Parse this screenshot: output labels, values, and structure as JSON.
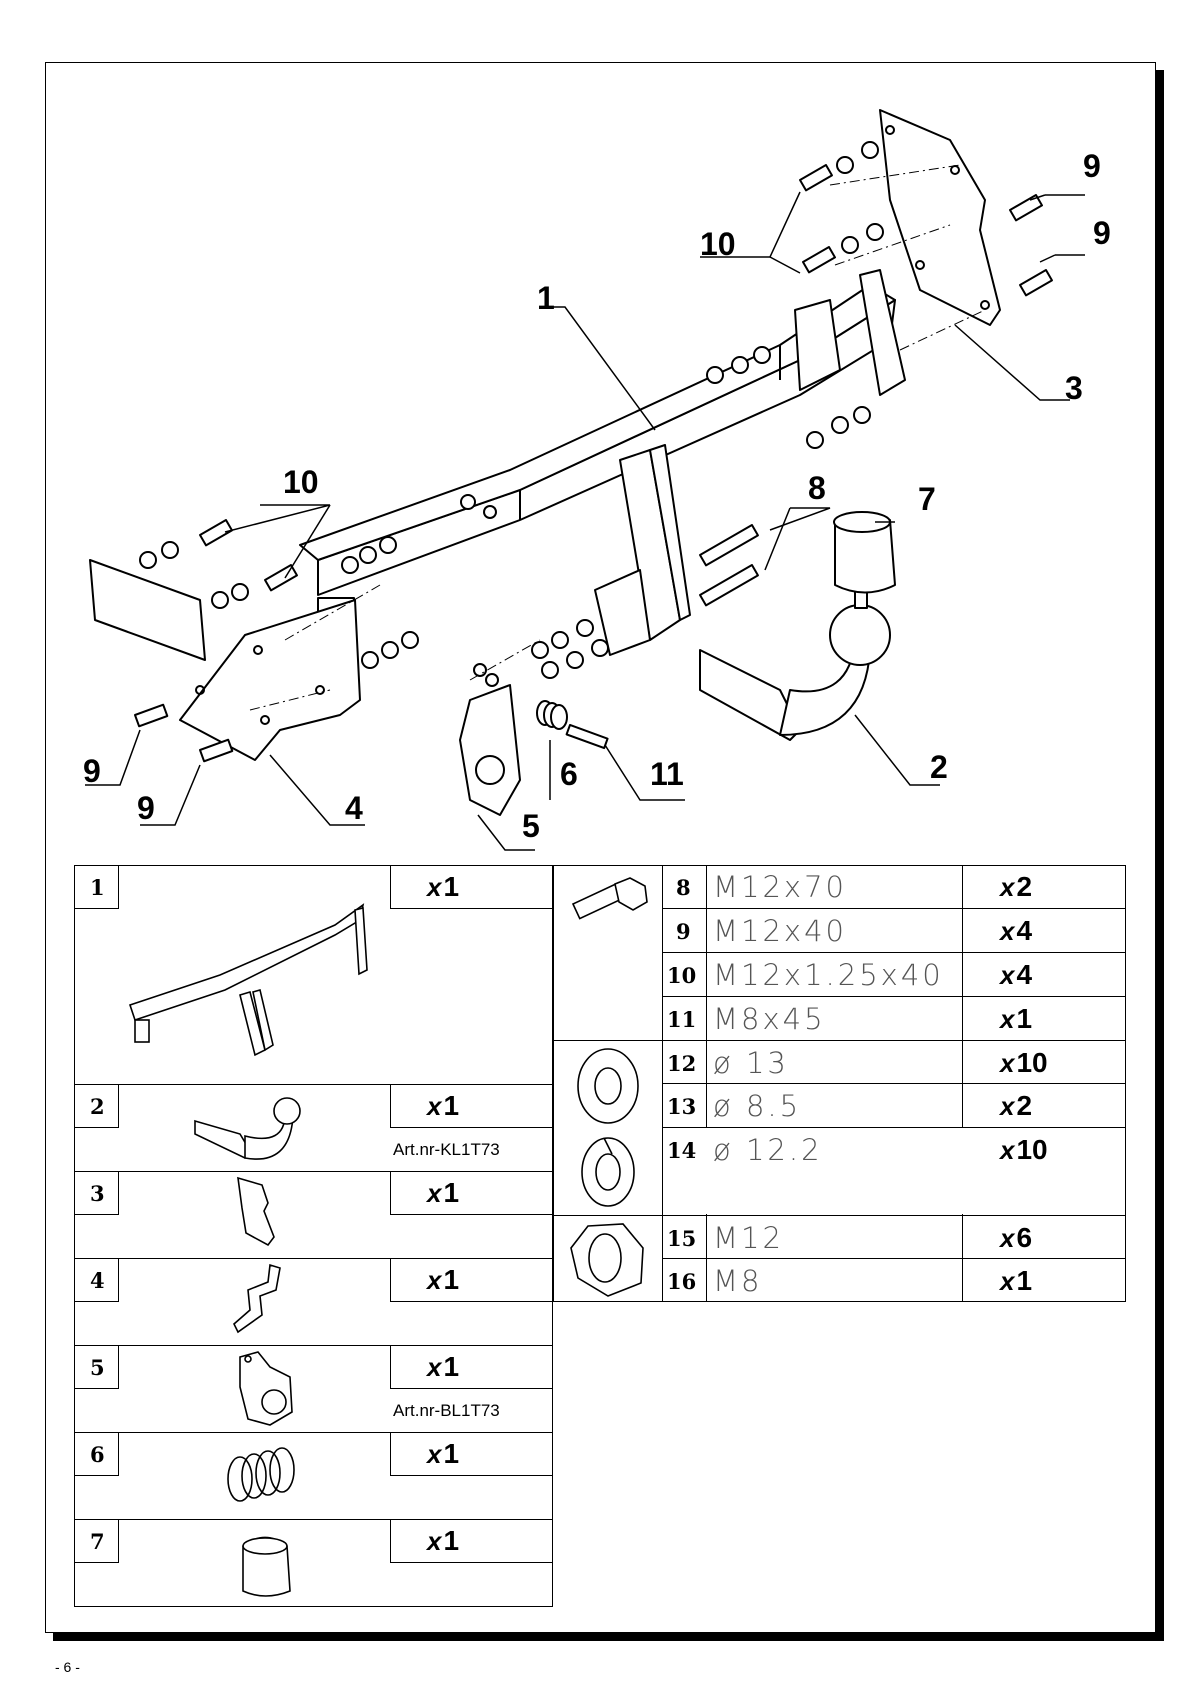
{
  "page_number": "- 6 -",
  "callouts": {
    "c1": "1",
    "c2": "2",
    "c3": "3",
    "c4": "4",
    "c5": "5",
    "c6": "6",
    "c7": "7",
    "c8": "8",
    "c9a": "9",
    "c9b": "9",
    "c9c": "9",
    "c9d": "9",
    "c10a": "10",
    "c10b": "10",
    "c11": "11"
  },
  "parts_left": [
    {
      "num": "1",
      "qty": "1",
      "art": ""
    },
    {
      "num": "2",
      "qty": "1",
      "art": "Art.nr-KL1T73"
    },
    {
      "num": "3",
      "qty": "1",
      "art": ""
    },
    {
      "num": "4",
      "qty": "1",
      "art": ""
    },
    {
      "num": "5",
      "qty": "1",
      "art": "Art.nr-BL1T73"
    },
    {
      "num": "6",
      "qty": "1",
      "art": ""
    },
    {
      "num": "7",
      "qty": "1",
      "art": ""
    }
  ],
  "qty_prefix": "x",
  "parts_right": [
    {
      "num": "8",
      "spec": "M12x70",
      "qty": "2"
    },
    {
      "num": "9",
      "spec": "M12x40",
      "qty": "4"
    },
    {
      "num": "10",
      "spec": "M12x1.25x40",
      "qty": "4"
    },
    {
      "num": "11",
      "spec": "M8x45",
      "qty": "1"
    },
    {
      "num": "12",
      "spec": "ø 13",
      "qty": "10"
    },
    {
      "num": "13",
      "spec": "ø 8.5",
      "qty": "2"
    },
    {
      "num": "14",
      "spec": "ø 12.2",
      "qty": "10"
    },
    {
      "num": "15",
      "spec": "M12",
      "qty": "6"
    },
    {
      "num": "16",
      "spec": "M8",
      "qty": "1"
    }
  ]
}
